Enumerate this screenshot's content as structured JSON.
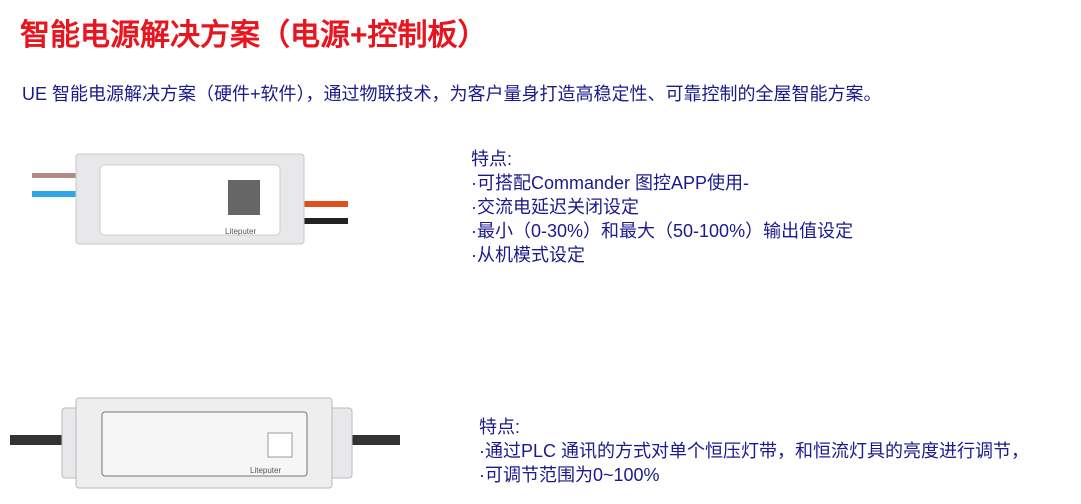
{
  "title": "智能电源解决方案（电源+控制板）",
  "intro": "UE 智能电源解决方案（硬件+软件），通过物联技术，为客户量身打造高稳定性、可靠控制的全屋智能方案。",
  "product1": {
    "brand": "Liteputer",
    "features_label": "特点:",
    "features": [
      "·可搭配Commander 图控APP使用-",
      "·交流电延迟关闭设定",
      "·最小（0-30%）和最大（50-100%）输出值设定",
      "·从机模式设定"
    ]
  },
  "product2": {
    "brand": "Liteputer",
    "features_label": "特点:",
    "features": [
      "·通过PLC 通讯的方式对单个恒压灯带，和恒流灯具的亮度进行调节，",
      "·可调节范围为0~100%"
    ]
  }
}
